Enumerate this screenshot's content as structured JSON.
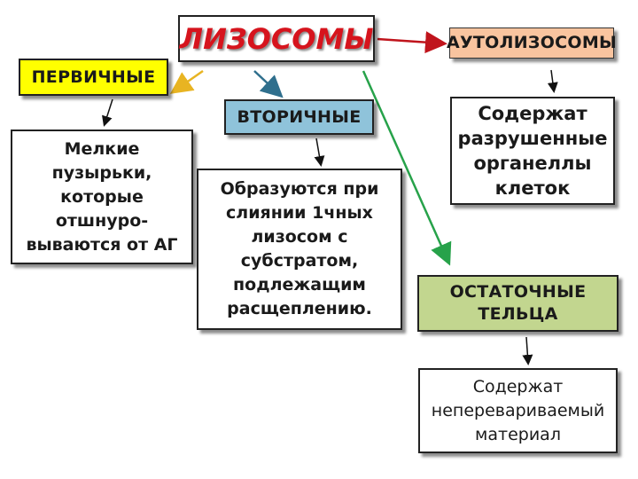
{
  "diagram": {
    "root": "ЛИЗОСОМЫ",
    "primary": {
      "label": "ПЕРВИЧНЫЕ",
      "description": "Мелкие пузырьки, которые отшнуро-вываются от АГ"
    },
    "secondary": {
      "label": "ВТОРИЧНЫЕ",
      "description": "Образуются при слиянии 1чных лизосом с субстратом, подлежащим расщеплению."
    },
    "autolysosomes": {
      "label": "АУТОЛИЗОСОМЫ",
      "description": "Содержат разрушенные органеллы клеток"
    },
    "residual_bodies": {
      "label": "ОСТАТОЧНЫЕ ТЕЛЬЦА",
      "description": "Содержат неперевариваемый материал"
    }
  },
  "colors": {
    "root_text": "#d6141d",
    "primary_fill": "#ffff00",
    "secondary_fill": "#8fc3da",
    "autolysosomes_fill": "#f9c49f",
    "residual_fill": "#c2d68f",
    "arrow_red": "#c0141c",
    "arrow_yellow": "#e8b422",
    "arrow_blue": "#2f6f8d",
    "arrow_green": "#27a24a"
  }
}
